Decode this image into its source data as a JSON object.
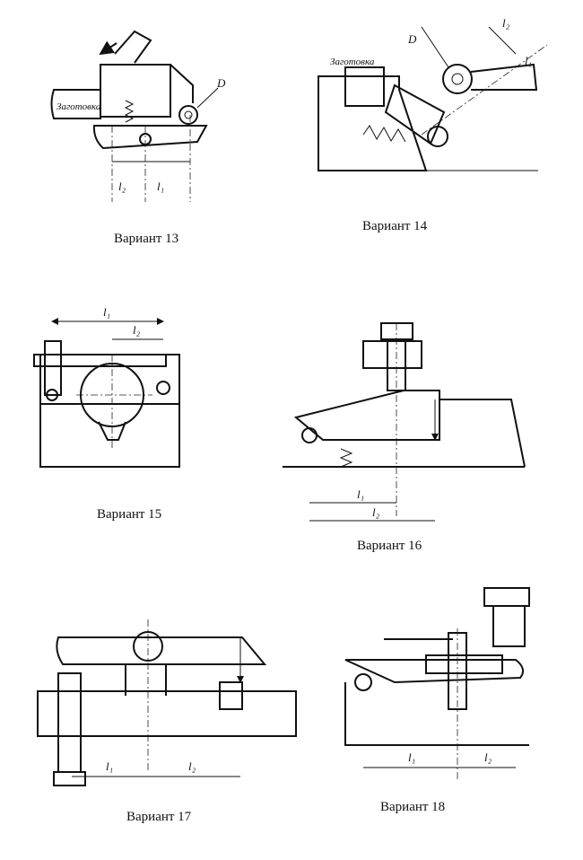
{
  "colors": {
    "ink": "#111111",
    "paper": "#ffffff"
  },
  "variants": [
    {
      "caption": "Вариант 13",
      "workpiece": "Заготовка",
      "d_label": "D",
      "l1": "l₁",
      "l2": "l₂"
    },
    {
      "caption": "Вариант 14",
      "workpiece": "Заготовка",
      "d_label": "D",
      "l1": "l₁",
      "l2": "l₂"
    },
    {
      "caption": "Вариант 15",
      "l1": "l₁",
      "l2": "l₂"
    },
    {
      "caption": "Вариант 16",
      "l1": "l₁",
      "l2": "l₂"
    },
    {
      "caption": "Вариант 17",
      "l1": "l₁",
      "l2": "l₂"
    },
    {
      "caption": "Вариант 18",
      "l1": "l₁",
      "l2": "l₂"
    }
  ]
}
